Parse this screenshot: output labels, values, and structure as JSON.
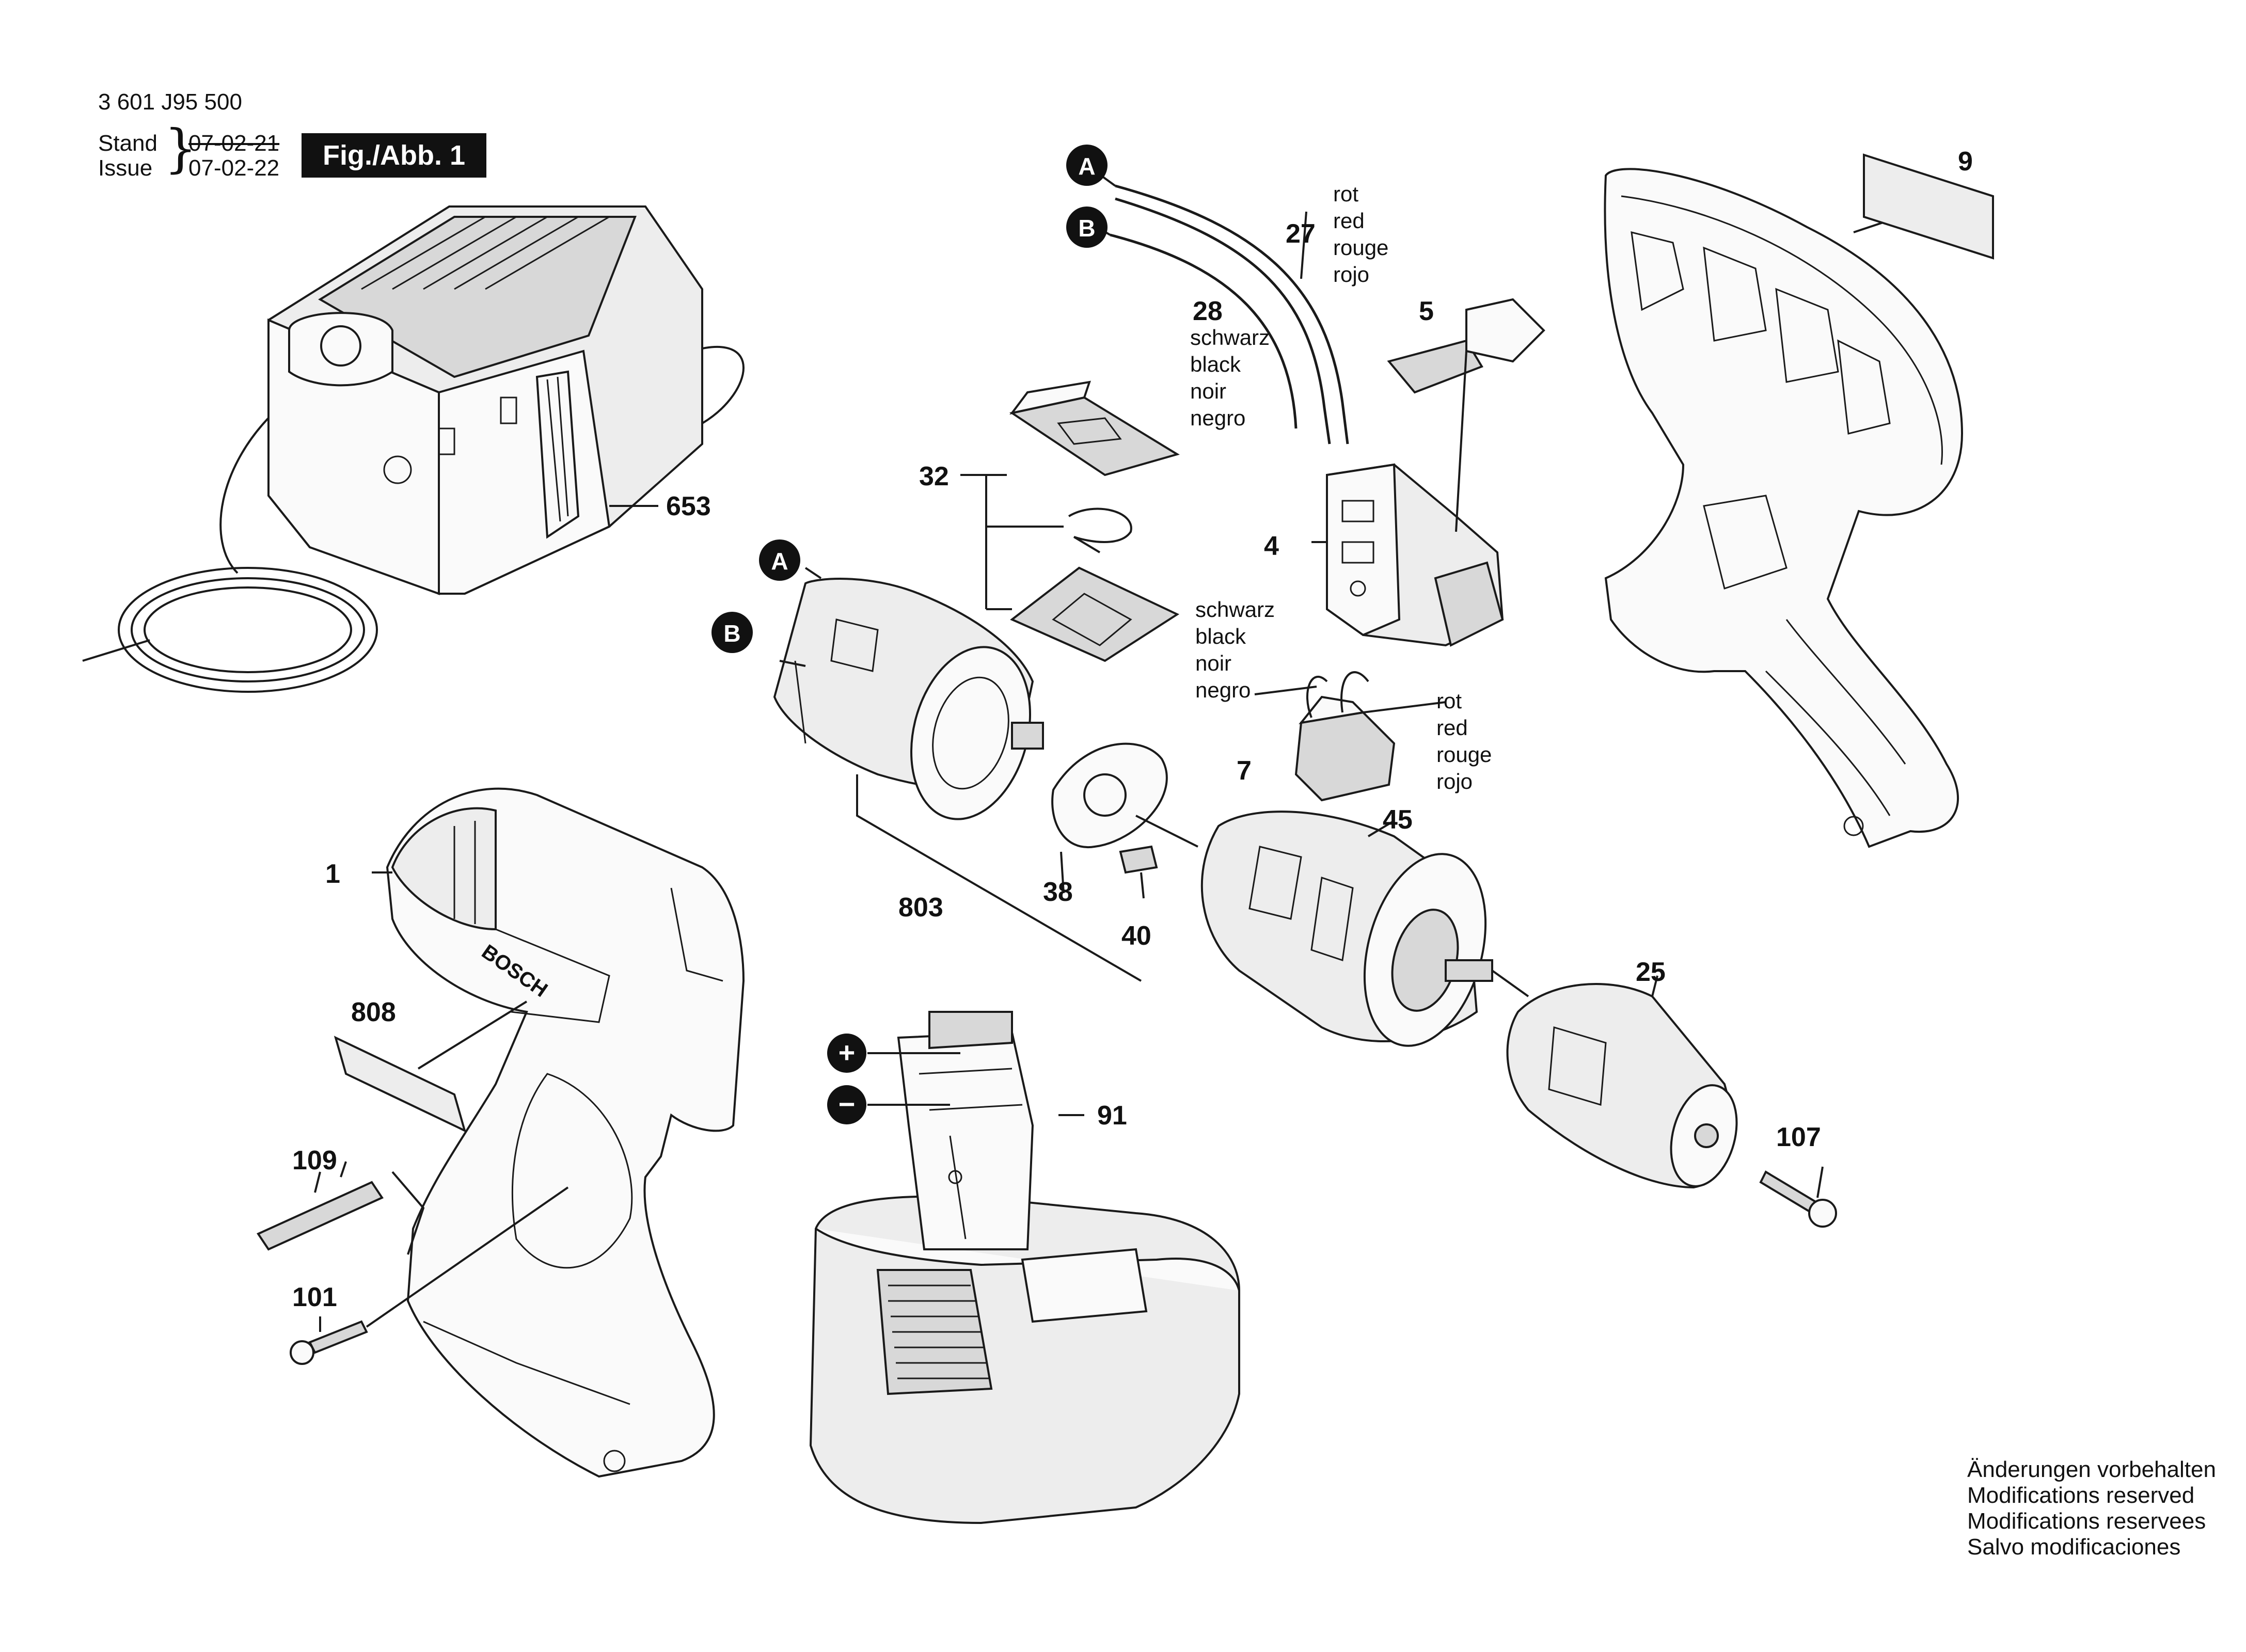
{
  "header": {
    "doc_number": "3 601 J95 500",
    "stand_label": "Stand",
    "issue_label": "Issue",
    "stand_date": "07-02-21",
    "issue_date": "07-02-22",
    "figure_tag": "Fig./Abb. 1"
  },
  "connectors": {
    "a": "A",
    "b": "B"
  },
  "parts": {
    "p1": "1",
    "p4": "4",
    "p5": "5",
    "p7": "7",
    "p9": "9",
    "p25": "25",
    "p27": "27",
    "p28": "28",
    "p32": "32",
    "p38": "38",
    "p40": "40",
    "p45": "45",
    "p91": "91",
    "p101": "101",
    "p107": "107",
    "p109": "109",
    "p653": "653",
    "p803": "803",
    "p808": "808"
  },
  "colors_red": {
    "de": "rot",
    "en": "red",
    "fr": "rouge",
    "es": "rojo"
  },
  "colors_black": {
    "de": "schwarz",
    "en": "black",
    "fr": "noir",
    "es": "negro"
  },
  "polarity": {
    "plus": "+",
    "minus": "−"
  },
  "brand": "BOSCH",
  "footer_note": [
    "Änderungen vorbehalten",
    "Modifications reserved",
    "Modifications reservees",
    "Salvo modificaciones"
  ]
}
